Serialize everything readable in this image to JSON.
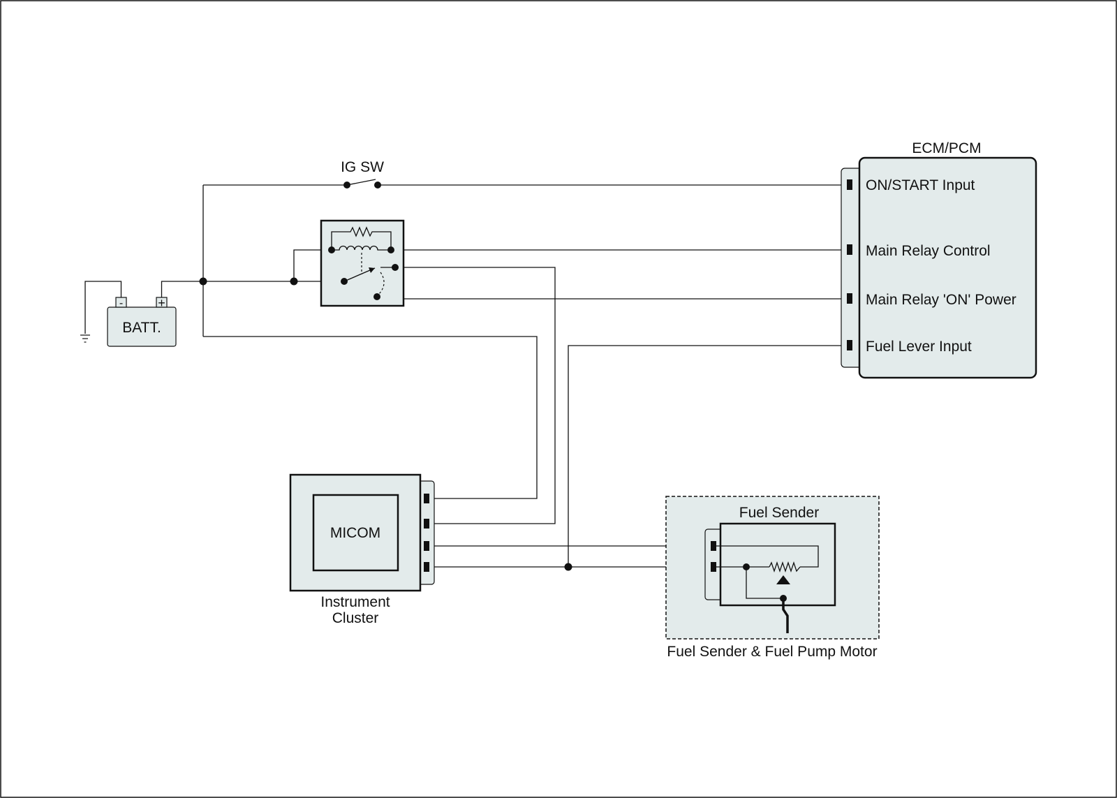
{
  "diagram": {
    "components": {
      "battery": "BATT.",
      "battery_neg": "-",
      "battery_pos": "+",
      "ig_switch": "IG SW",
      "ecm_title": "ECM/PCM",
      "ecm_pins": [
        "ON/START Input",
        "Main Relay Control",
        "Main Relay 'ON' Power",
        "Fuel Lever Input"
      ],
      "micom": "MICOM",
      "cluster_line1": "Instrument",
      "cluster_line2": "Cluster",
      "fuel_sender": "Fuel Sender",
      "fuel_module": "Fuel Sender & Fuel Pump Motor"
    }
  }
}
